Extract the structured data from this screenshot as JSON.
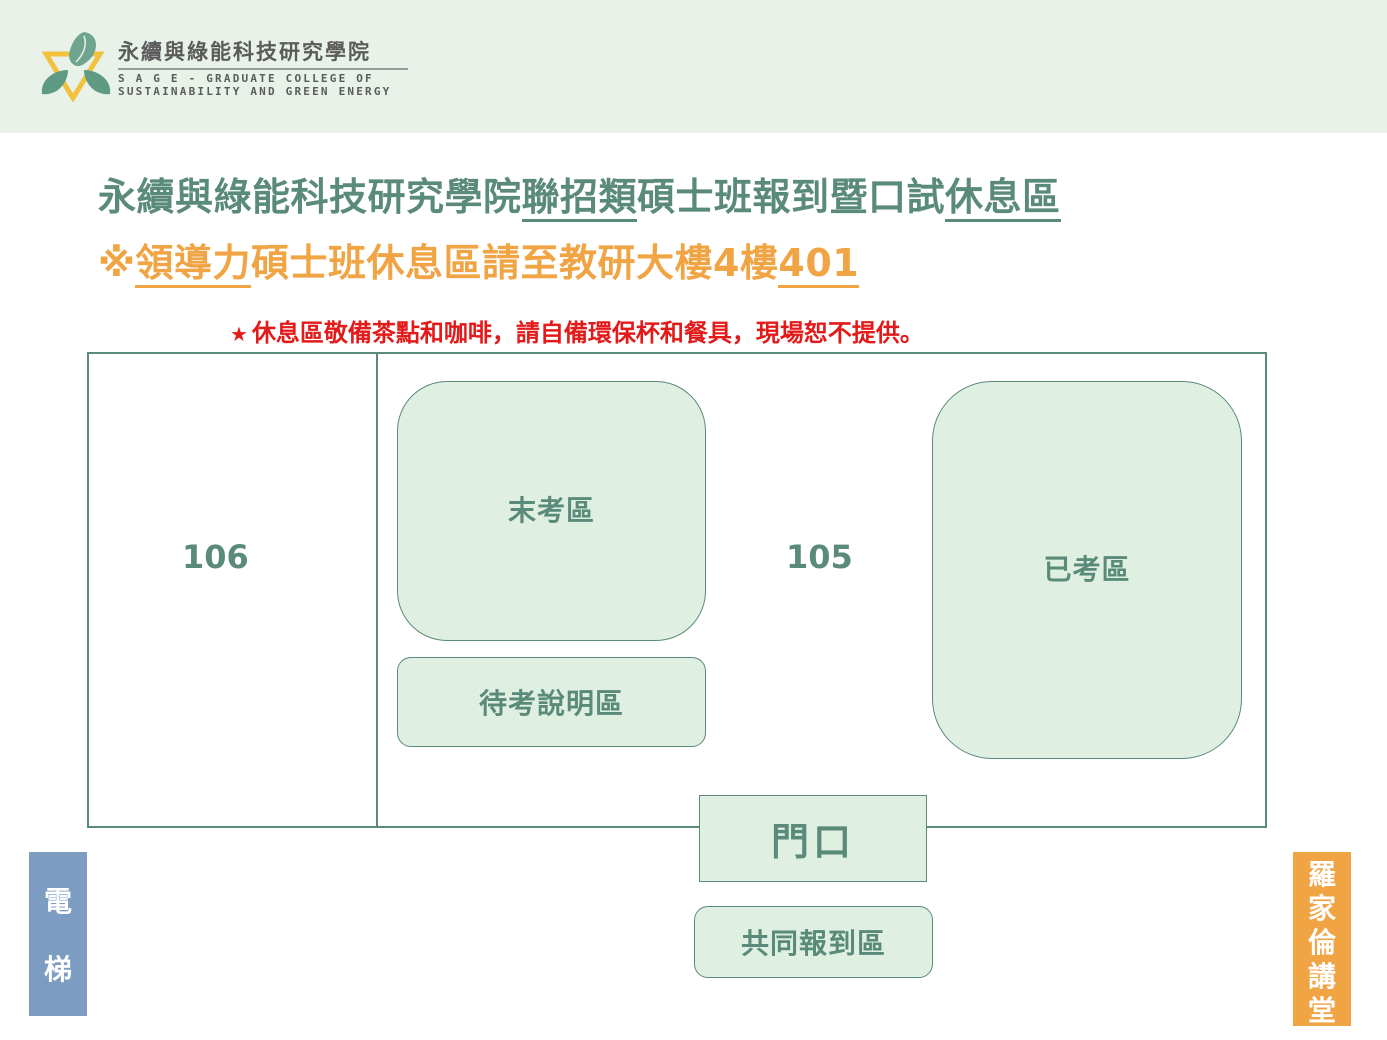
{
  "header": {
    "logo": {
      "name_cn": "永續與綠能科技研究學院",
      "name_en_line1": "S A G E - GRADUATE COLLEGE OF",
      "name_en_line2": "SUSTAINABILITY AND GREEN ENERGY",
      "icon": "leaf-triangle-logo-icon",
      "colors": {
        "leaf": "#5e9a84",
        "triangle": "#f2c23c",
        "text": "#5b5b5b",
        "accent": "#4e8c74"
      }
    }
  },
  "title": {
    "line1_prefix": "永續與綠能科技研究學院",
    "line1_underlined_a": "聯招類",
    "line1_middle": "碩士班報到暨口試",
    "line1_underlined_b": "休息區",
    "line2_symbol": "※",
    "line2_underlined_a": "領導力",
    "line2_middle": "碩士班休息區請至教研大樓4樓",
    "line2_underlined_b": "401",
    "colors": {
      "line1": "#5a8a7a",
      "line2": "#f0a444"
    }
  },
  "notice": {
    "icon": "star-icon",
    "star": "★",
    "text": "休息區敬備茶點和咖啡，請自備環保杯和餐具，現場恕不提供。",
    "color": "#e31a1a"
  },
  "floorplan": {
    "rooms": [
      {
        "id": "106",
        "label": "106"
      },
      {
        "id": "105",
        "label": "105"
      }
    ],
    "zones": {
      "not_tested": "末考區",
      "briefing": "待考說明區",
      "tested": "已考區",
      "door": "門口",
      "checkin": "共同報到區"
    },
    "landmarks": {
      "elevator": [
        "電",
        "梯"
      ],
      "lecture_hall": [
        "羅",
        "家",
        "倫",
        "講",
        "堂"
      ]
    },
    "colors": {
      "outline": "#5a8a7a",
      "zone_fill": "#dff0e2",
      "elevator": "#7c9cc2",
      "lecture_hall": "#f0a444"
    }
  }
}
